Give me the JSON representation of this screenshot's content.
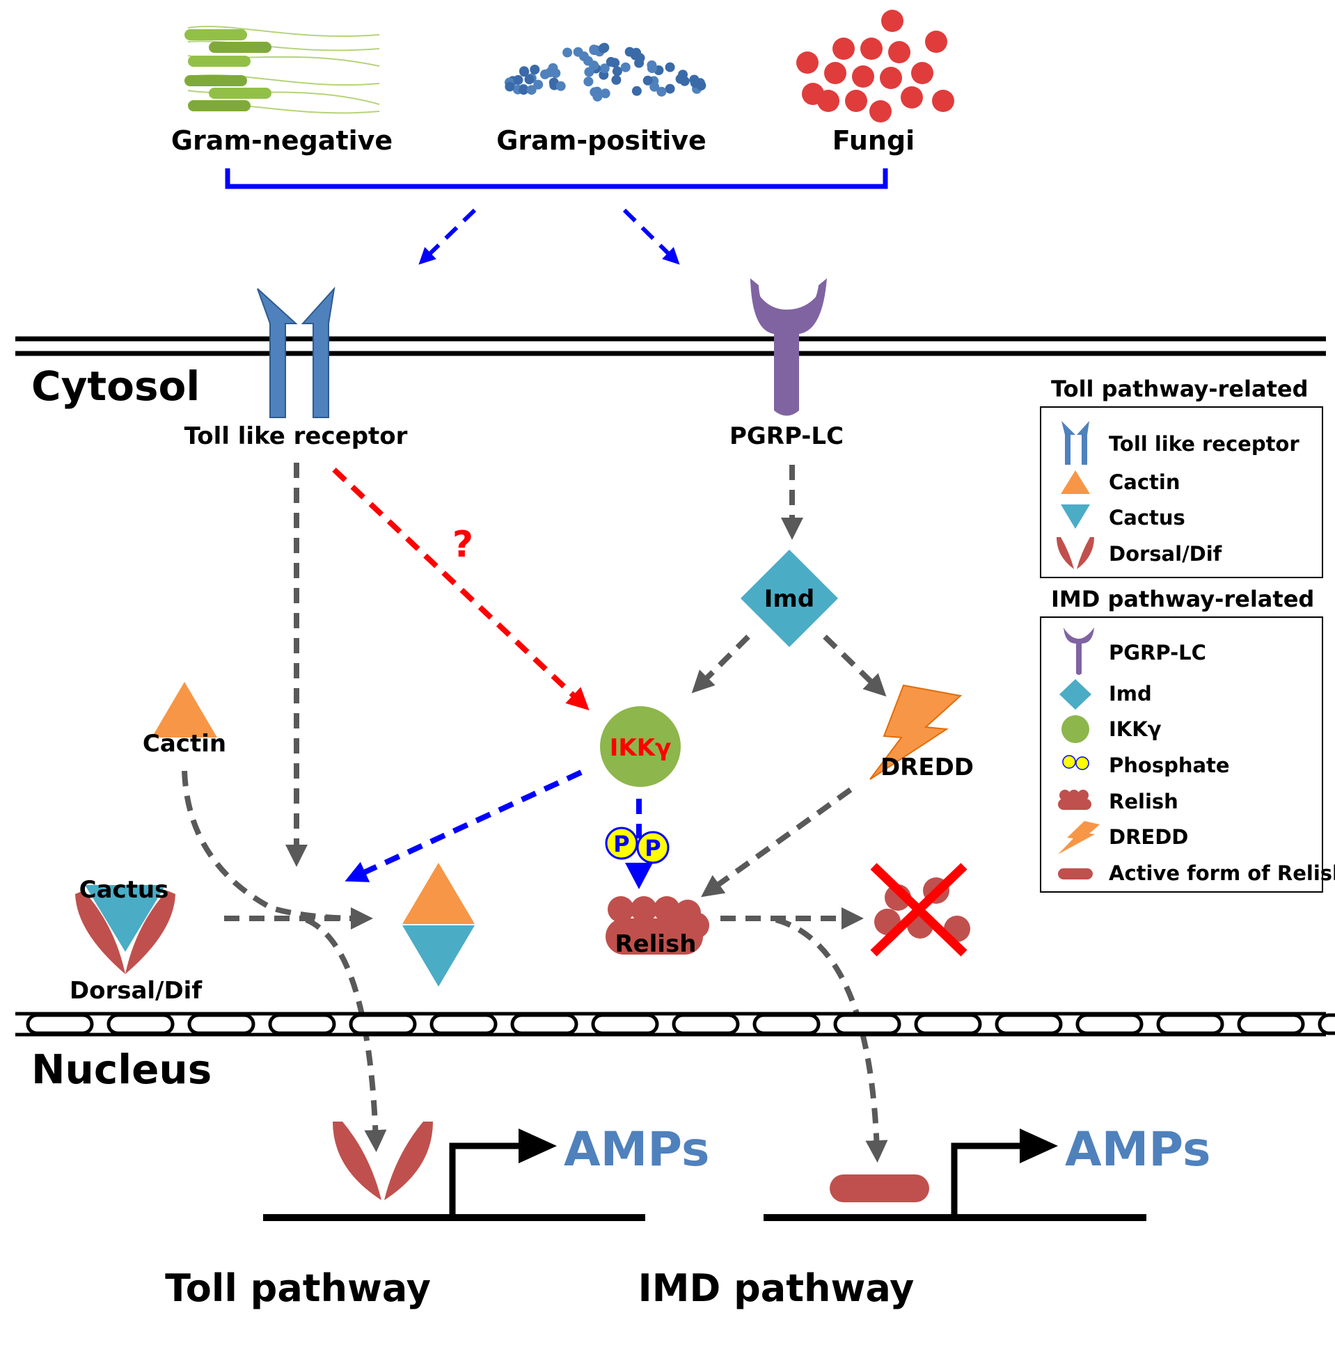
{
  "pathogens": {
    "gram_negative": "Gram-negative",
    "gram_positive": "Gram-positive",
    "fungi": "Fungi"
  },
  "compartments": {
    "cytosol": "Cytosol",
    "nucleus": "Nucleus"
  },
  "receptors": {
    "toll_like_receptor": "Toll like receptor",
    "pgrp_lc": "PGRP-LC"
  },
  "components": {
    "imd": "Imd",
    "ikk": "IKKγ",
    "dredd": "DREDD",
    "cactin": "Cactin",
    "cactus": "Cactus",
    "dorsal_dif": "Dorsal/Dif",
    "relish": "Relish",
    "phosphate_letter": "P",
    "question_mark": "?"
  },
  "outputs": {
    "amps_toll": "AMPs",
    "amps_imd": "AMPs"
  },
  "pathway_titles": {
    "toll": "Toll pathway",
    "imd": "IMD pathway"
  },
  "legend": {
    "toll_title": "Toll pathway-related",
    "toll_items": [
      "Toll like receptor",
      "Cactin",
      "Cactus",
      "Dorsal/Dif"
    ],
    "imd_title": "IMD pathway-related",
    "imd_items": [
      "PGRP-LC",
      "Imd",
      "IKKγ",
      "Phosphate",
      "Relish",
      "DREDD",
      "Active form of Relish"
    ]
  },
  "colors": {
    "toll_receptor": "#4f81bd",
    "pgrp": "#8064a2",
    "cactin": "#f79646",
    "cactus": "#4bacc6",
    "dorsal": "#c0504d",
    "ikk": "#8db64c",
    "dredd": "#f79646",
    "phosphate": "#ffff00",
    "gram_negative": "#92c047",
    "gram_positive": "#4f81bd",
    "fungi": "#e03c3c",
    "amps_text": "#4f81bd",
    "arrow_gray": "#595959",
    "arrow_blue": "#0000ff",
    "arrow_red": "#ff0000"
  }
}
